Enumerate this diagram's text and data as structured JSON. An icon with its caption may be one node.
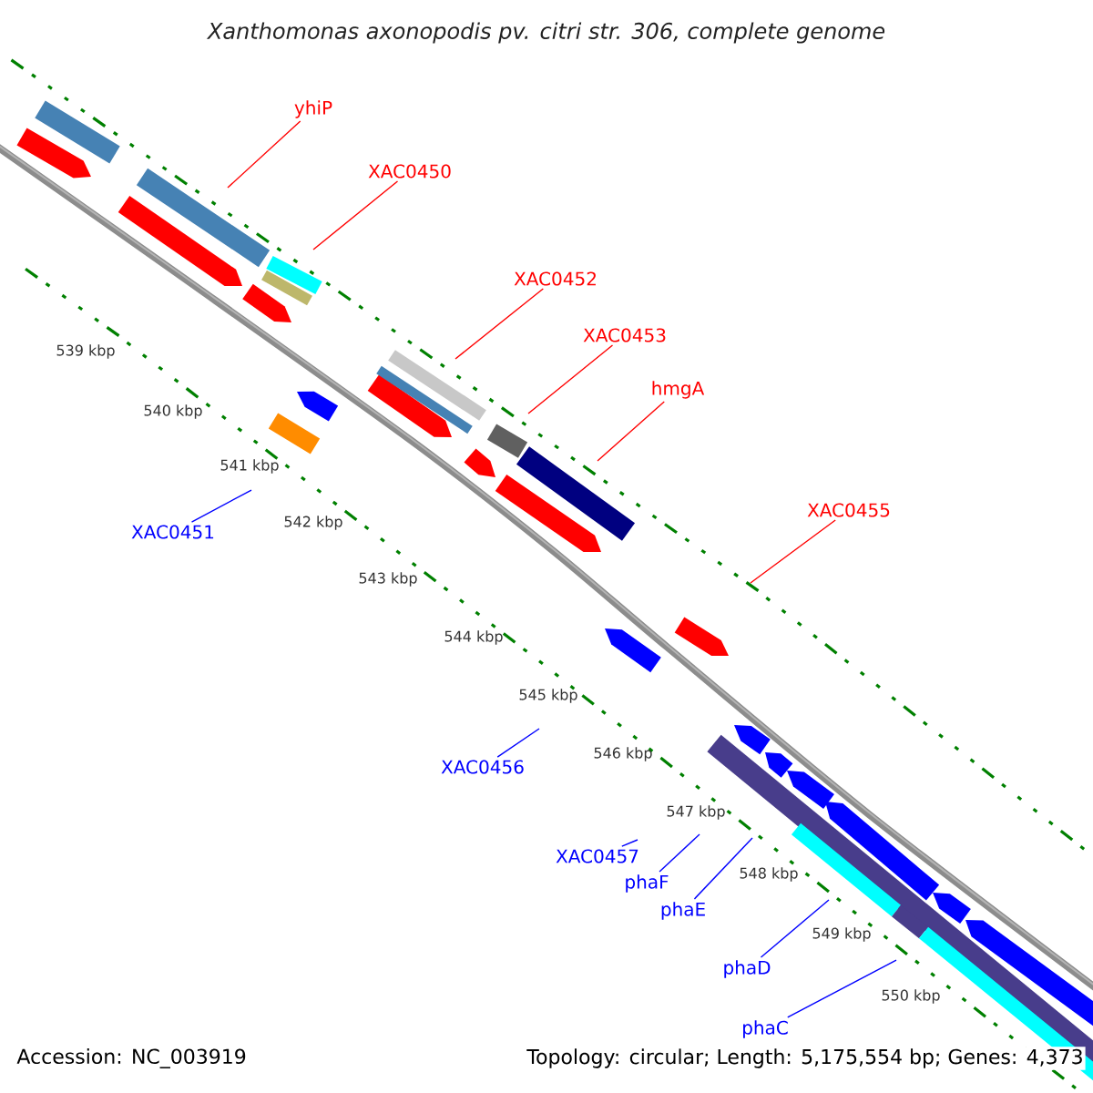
{
  "diagram": {
    "title": "Xanthomonas axonopodis pv. citri str. 306, complete genome",
    "nodes": [
      {
        "text": [
          "yhiP"
        ]
      },
      {
        "text": [
          "XAC0450"
        ]
      },
      {
        "text": [
          "XAC0452"
        ]
      },
      {
        "text": [
          "XAC0453"
        ]
      },
      {
        "text": [
          "hmgA"
        ]
      },
      {
        "text": [
          "XAC0455"
        ]
      },
      {
        "text": [
          "XAC0451"
        ]
      },
      {
        "text": [
          "XAC0456"
        ]
      },
      {
        "text": [
          "XAC0457"
        ]
      },
      {
        "text": [
          "phaF"
        ]
      },
      {
        "text": [
          "phaE"
        ]
      },
      {
        "text": [
          "phaD"
        ]
      },
      {
        "text": [
          "phaC"
        ]
      }
    ],
    "edges": [
      {
        "from": 0,
        "to": null,
        "arrow": "none",
        "color": "#ff0000"
      },
      {
        "from": 1,
        "to": null,
        "arrow": "none",
        "color": "#ff0000"
      },
      {
        "from": 2,
        "to": null,
        "arrow": "none",
        "color": "#ff0000"
      },
      {
        "from": 3,
        "to": null,
        "arrow": "none",
        "color": "#ff0000"
      },
      {
        "from": 4,
        "to": null,
        "arrow": "none",
        "color": "#ff0000"
      },
      {
        "from": 5,
        "to": null,
        "arrow": "none",
        "color": "#ff0000"
      },
      {
        "from": 6,
        "to": null,
        "arrow": "none"
      },
      {
        "from": 7,
        "to": null,
        "arrow": "none"
      },
      {
        "from": 8,
        "to": null,
        "arrow": "none"
      },
      {
        "from": 9,
        "to": null,
        "arrow": "none"
      },
      {
        "from": 10,
        "to": null,
        "arrow": "none"
      },
      {
        "from": 11,
        "to": null,
        "arrow": "none"
      },
      {
        "from": 12,
        "to": null,
        "arrow": "none"
      }
    ],
    "labels": [
      "539 kbp",
      "540 kbp",
      "541 kbp",
      "542 kbp",
      "543 kbp",
      "544 kbp",
      "545 kbp",
      "546 kbp",
      "547 kbp",
      "548 kbp",
      "549 kbp",
      "550 kbp",
      "Accession: NC_003919",
      "Topology: circular; Length: 5,175,554 bp; Genes: 4,373"
    ]
  }
}
